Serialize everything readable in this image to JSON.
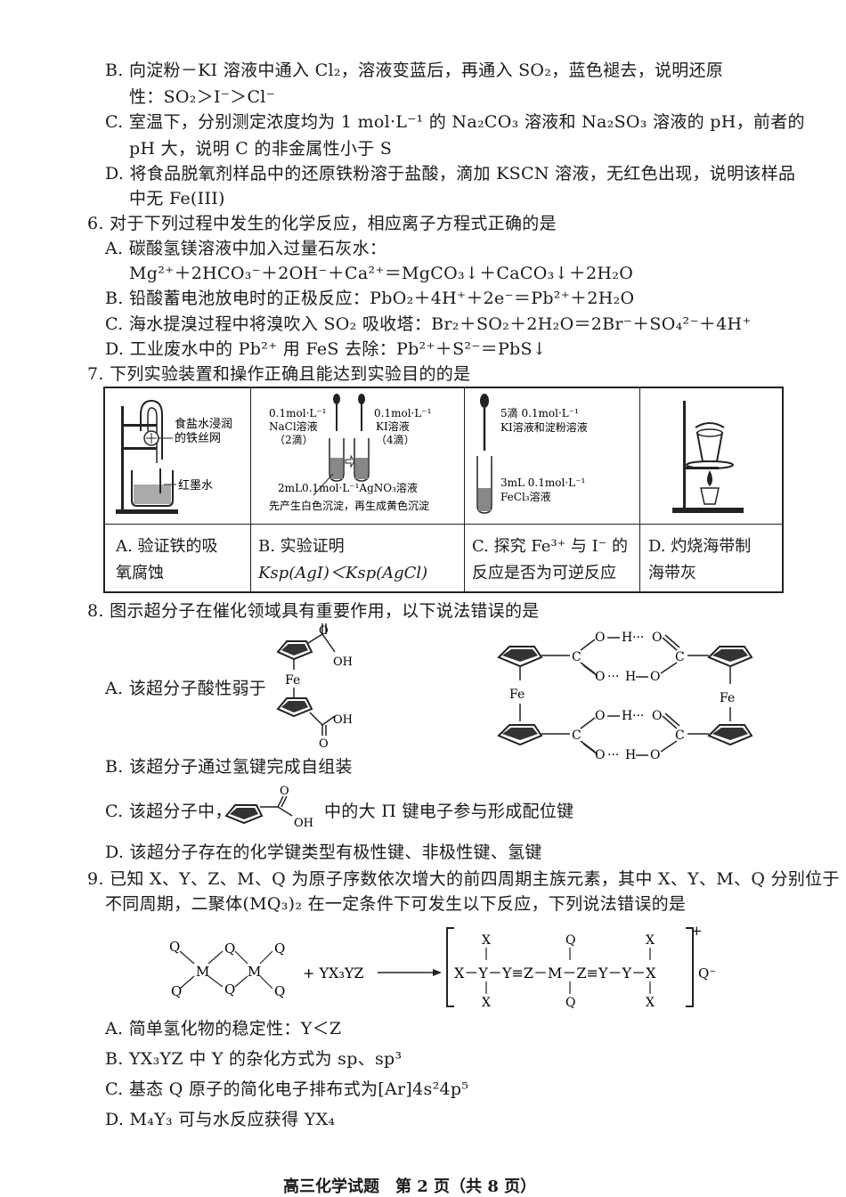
{
  "q5": {
    "B1": "B. 向淀粉－KI 溶液中通入 Cl₂，溶液变蓝后，再通入 SO₂，蓝色褪去，说明还原",
    "B2": "性：SO₂＞I⁻＞Cl⁻",
    "C1": "C. 室温下，分别测定浓度均为 1 mol·L⁻¹ 的 Na₂CO₃ 溶液和 Na₂SO₃ 溶液的 pH，前者的",
    "C2": "pH 大，说明 C 的非金属性小于 S",
    "D1": "D. 将食品脱氧剂样品中的还原铁粉溶于盐酸，滴加 KSCN 溶液，无红色出现，说明该样品",
    "D2": "中无 Fe(III)"
  },
  "q6": {
    "stem": "6. 对于下列过程中发生的化学反应，相应离子方程式正确的是",
    "A1": "A. 碳酸氢镁溶液中加入过量石灰水：",
    "A2": "Mg²⁺＋2HCO₃⁻＋2OH⁻＋Ca²⁺＝MgCO₃↓＋CaCO₃↓＋2H₂O",
    "B": "B. 铅酸蓄电池放电时的正极反应：PbO₂＋4H⁺＋2e⁻＝Pb²⁺＋2H₂O",
    "C": "C. 海水提溴过程中将溴吹入 SO₂ 吸收塔：Br₂＋SO₂＋2H₂O＝2Br⁻＋SO₄²⁻＋4H⁺",
    "D": "D. 工业废水中的 Pb²⁺ 用 FeS 去除：Pb²⁺＋S²⁻＝PbS↓"
  },
  "q7": {
    "stem": "7. 下列实验装置和操作正确且能达到实验目的的是",
    "a_label1": "食盐水浸润",
    "a_label2": "的铁丝网",
    "a_label3": "红墨水",
    "b_l1": "0.1mol·L⁻¹",
    "b_l2": "NaCl溶液",
    "b_l3": "（2滴）",
    "b_r1": "0.1mol·L⁻¹",
    "b_r2": "KI溶液",
    "b_r3": "（4滴）",
    "b_bot1": "2mL0.1mol·L⁻¹AgNO₃溶液",
    "b_bot2": "先产生白色沉淀，再生成黄色沉淀",
    "c_t1": "5滴 0.1mol·L⁻¹",
    "c_t2": "KI溶液和淀粉溶液",
    "c_b1": "3mL 0.1mol·L⁻¹",
    "c_b2": "FeCl₃溶液",
    "capA1": "A. 验证铁的吸",
    "capA2": "氧腐蚀",
    "capB1": "B. 实验证明",
    "capB2": "Ksp(AgI)＜Ksp(AgCl)",
    "capC1": "C. 探究 Fe³⁺ 与 I⁻ 的",
    "capC2": "反应是否为可逆反应",
    "capD1": "D. 灼烧海带制",
    "capD2": "海带灰"
  },
  "q8": {
    "stem": "8. 图示超分子在催化领域具有重要作用，以下说法错误的是",
    "A": "A. 该超分子酸性弱于",
    "B": "B. 该超分子通过氢键完成自组装",
    "C1": "C. 该超分子中，",
    "C2": "中的大 Π 键电子参与形成配位键",
    "D": "D. 该超分子存在的化学键类型有极性键、非极性键、氢键",
    "fe": "Fe",
    "oh": "OH",
    "o": "O",
    "c": "C",
    "h": "H"
  },
  "q9": {
    "stem1": "9. 已知 X、Y、Z、M、Q 为原子序数依次增大的前四周期主族元素，其中 X、Y、M、Q 分别位于",
    "stem2": "不同周期，二聚体(MQ₃)₂ 在一定条件下可发生以下反应，下列说法错误的是",
    "reagent": "+ YX₃YZ",
    "chain": "X－Y－Y≡Z－M－Z≡Y－Y－X",
    "counter": "Q⁻",
    "plus": "+",
    "Q": "Q",
    "M": "M",
    "X": "X",
    "A": "A. 简单氢化物的稳定性：Y＜Z",
    "B": "B. YX₃YZ 中 Y 的杂化方式为 sp、sp³",
    "C": "C. 基态 Q 原子的简化电子排布式为[Ar]4s²4p⁵",
    "D": "D. M₄Y₃ 可与水反应获得 YX₄"
  },
  "footer": "高三化学试题　第 2 页（共 8 页）"
}
